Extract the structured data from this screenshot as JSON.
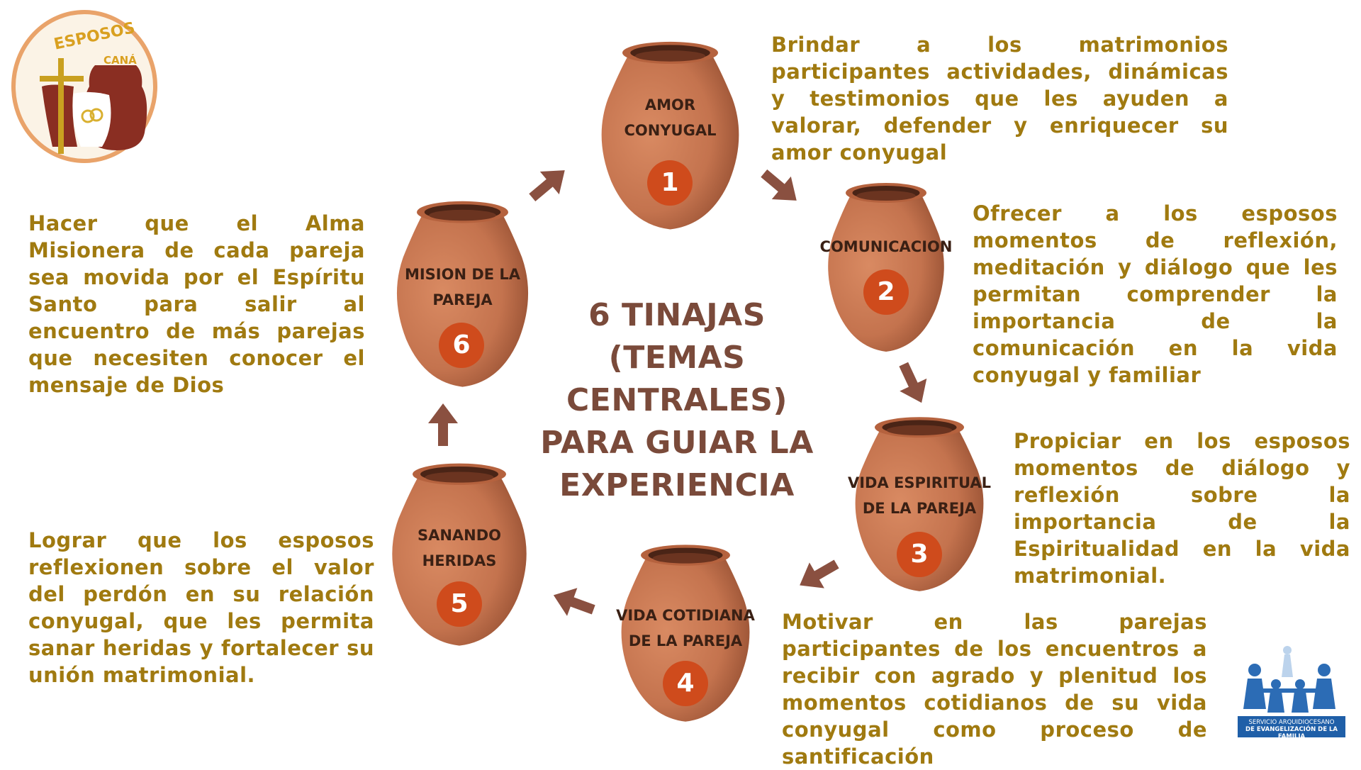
{
  "title": {
    "lines": [
      "6 TINAJAS",
      "(TEMAS CENTRALES)",
      "PARA GUIAR LA",
      "EXPERIENCIA"
    ]
  },
  "jars": [
    {
      "number": "1",
      "label_lines": [
        "AMOR",
        "CONYUGAL"
      ]
    },
    {
      "number": "2",
      "label_lines": [
        "COMUNICACION"
      ]
    },
    {
      "number": "3",
      "label_lines": [
        "VIDA ESPIRITUAL",
        "DE LA PAREJA"
      ]
    },
    {
      "number": "4",
      "label_lines": [
        "VIDA COTIDIANA",
        "DE LA PAREJA"
      ]
    },
    {
      "number": "5",
      "label_lines": [
        "SANANDO",
        "HERIDAS"
      ]
    },
    {
      "number": "6",
      "label_lines": [
        "MISION DE LA",
        "PAREJA"
      ]
    }
  ],
  "descriptions": [
    "Brindar a los matrimonios participantes actividades, dinámicas y testimonios que les ayuden a valorar, defender y enriquecer su amor conyugal",
    "Ofrecer a los esposos momentos de reflexión, meditación y diálogo que les permitan comprender la importancia de la comunicación en la vida conyugal y familiar",
    "Propiciar en los esposos momentos de diálogo y reflexión sobre la importancia de la Espiritualidad en la vida matrimonial.",
    "Motivar en las parejas participantes de los encuentros a recibir con agrado y plenitud los momentos cotidianos de su vida conyugal como proceso de santificación",
    "Lograr que los esposos reflexionen sobre el valor del perdón en su relación conyugal, que les permita sanar heridas y fortalecer su unión matrimonial.",
    "Hacer que el Alma Misionera de cada pareja sea movida por el Espíritu Santo para salir al encuentro de más parejas que necesiten conocer el mensaje de Dios"
  ],
  "logo_top_left": {
    "line1": "ESPOSOS",
    "line2": "CANÁ"
  },
  "logo_bottom_right": {
    "line1": "SERVICIO ARQUIDIOCESANO",
    "line2": "DE EVANGELIZACIÓN DE LA FAMILIA"
  },
  "colors": {
    "text": "#a07a10",
    "title": "#7a4a3a",
    "jar": "#c4734e",
    "badge": "#cf4b1c",
    "arrow": "#8a5040"
  }
}
